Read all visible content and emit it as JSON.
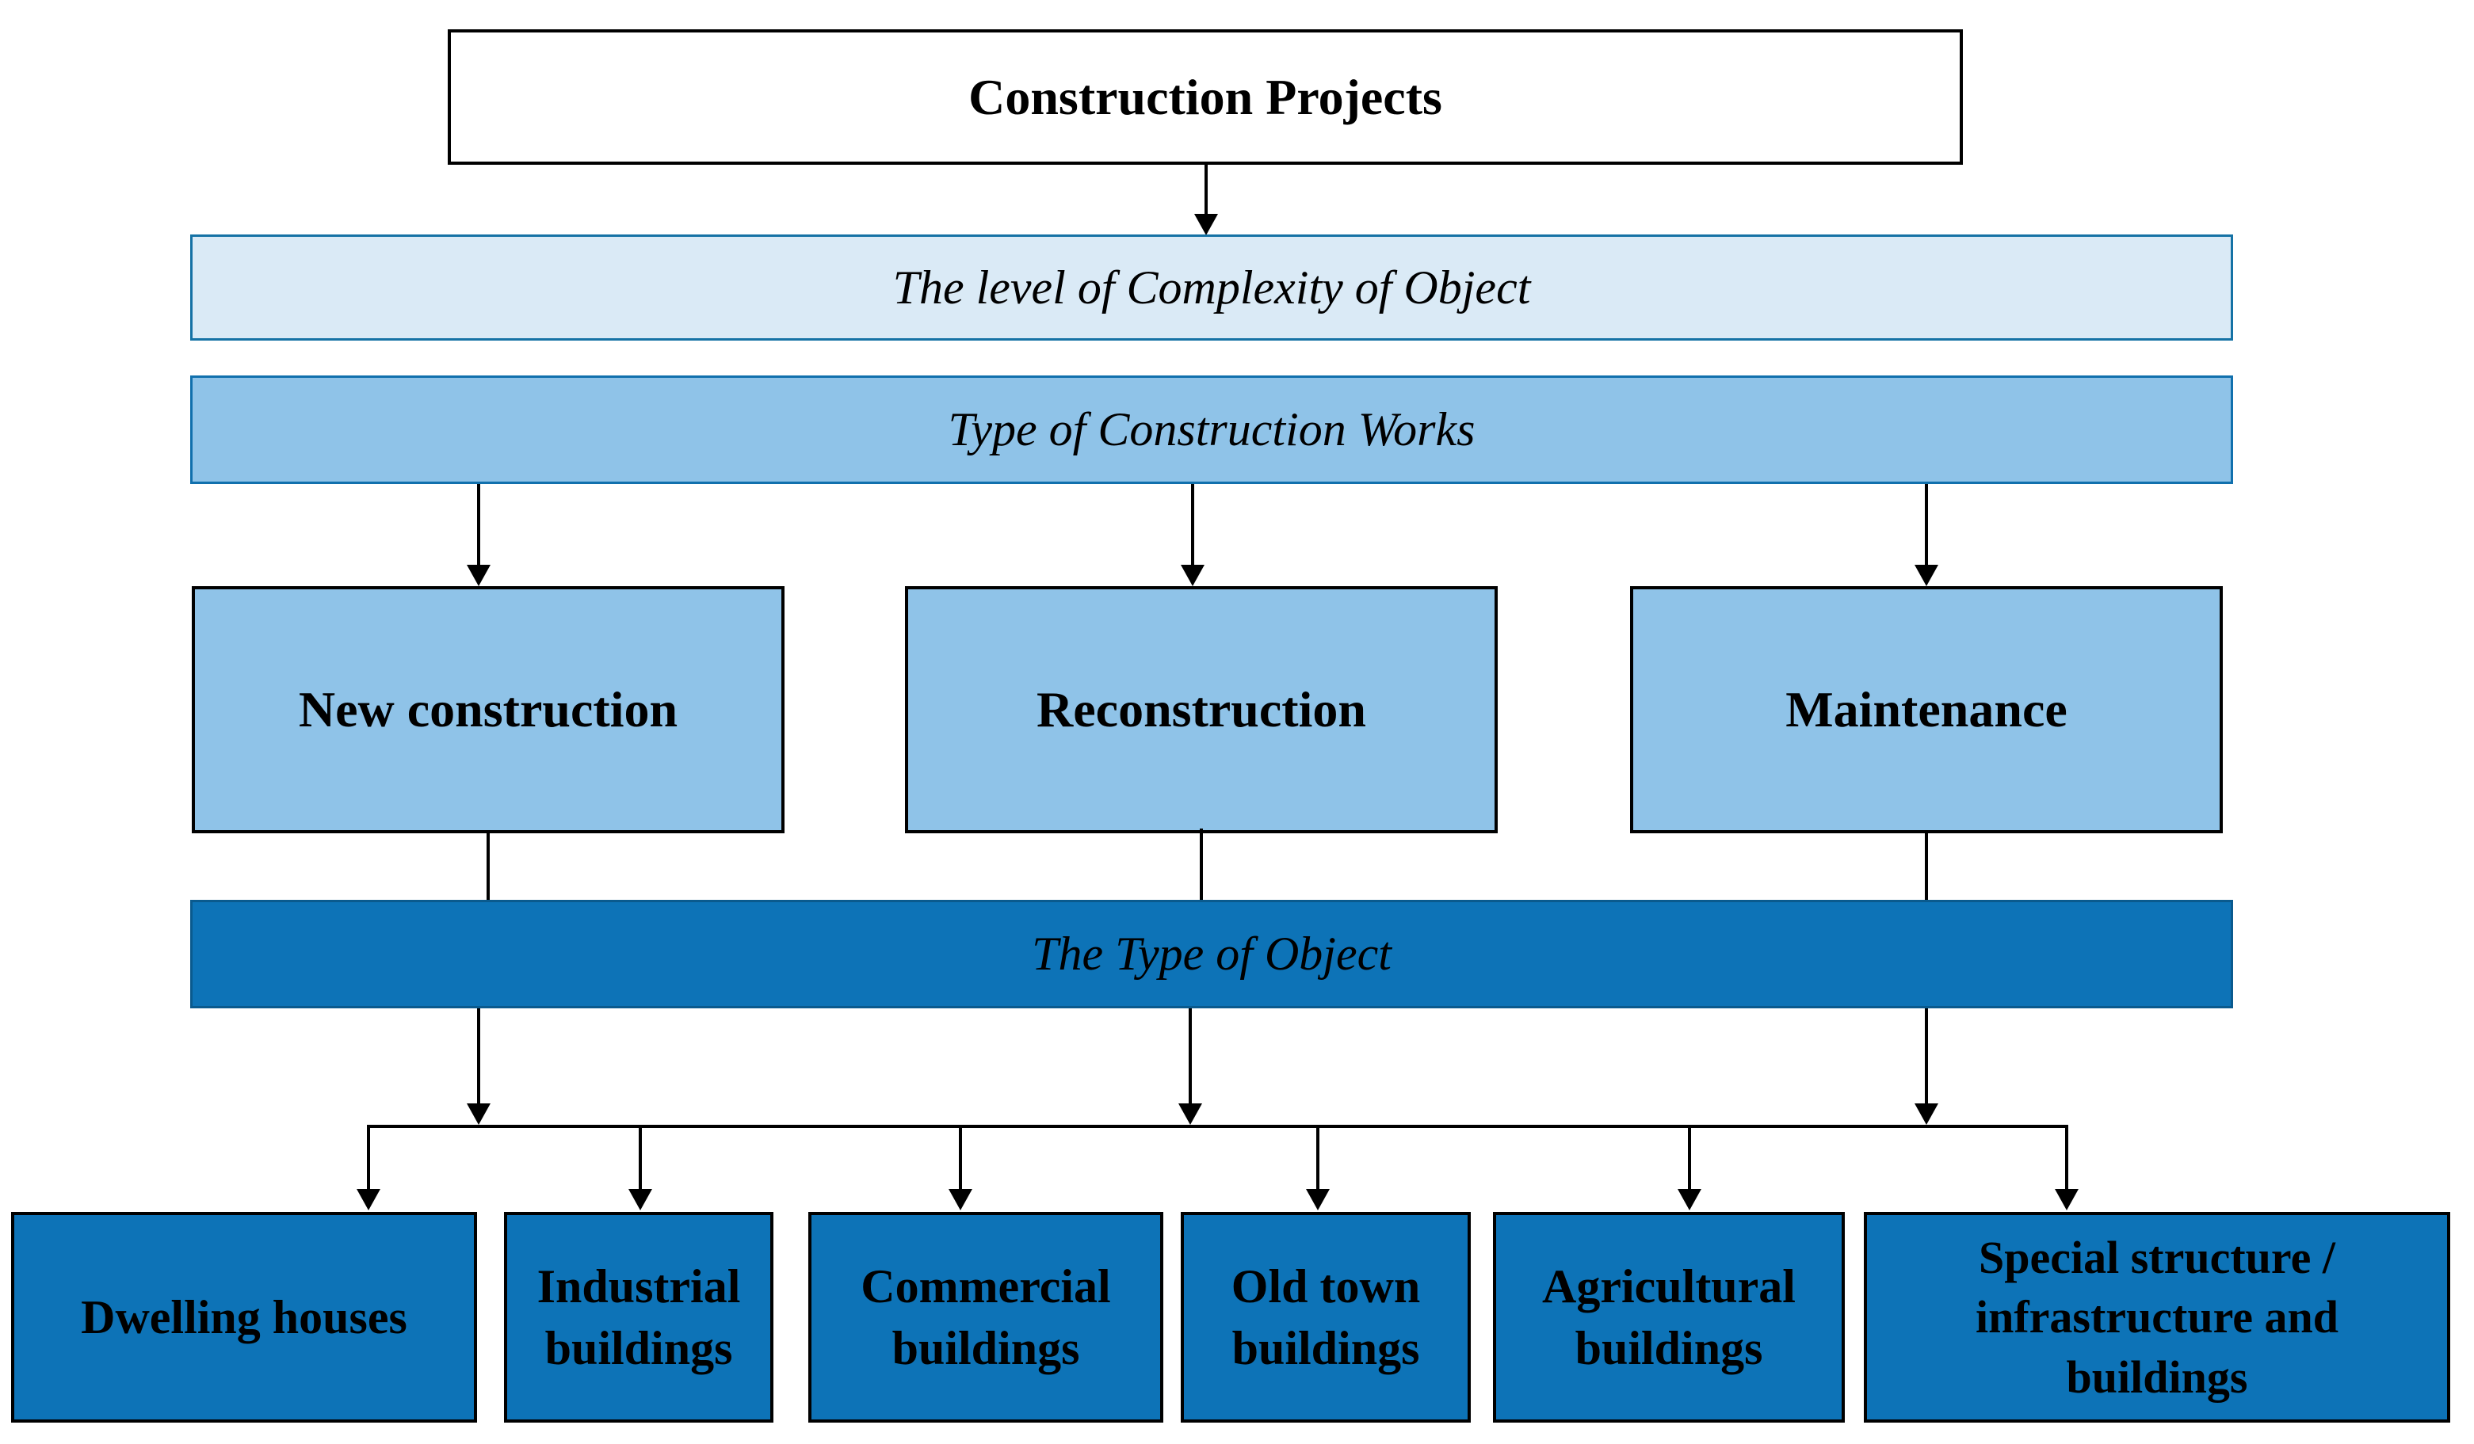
{
  "diagram": {
    "root": {
      "label": "Construction Projects"
    },
    "bands": [
      {
        "id": "complexity-level",
        "label": "The level of Complexity of Object"
      },
      {
        "id": "construction-works-type",
        "label": "Type of Construction Works"
      },
      {
        "id": "object-type",
        "label": "The Type of Object"
      }
    ],
    "work_types": [
      {
        "label": "New construction"
      },
      {
        "label": "Reconstruction"
      },
      {
        "label": "Maintenance"
      }
    ],
    "object_types": [
      {
        "label": "Dwelling houses"
      },
      {
        "label": "Industrial buildings"
      },
      {
        "label": "Commercial buildings"
      },
      {
        "label": "Old town buildings"
      },
      {
        "label": "Agricultural buildings"
      },
      {
        "label": "Special structure / infrastructure and buildings"
      }
    ],
    "colors": {
      "band_light": "#daeaf6",
      "band_medium": "#8fc3e8",
      "band_dark": "#0d73b7",
      "band_border_light": "#1572a5",
      "band_border_medium": "#1170ad",
      "band_border_dark": "#0a5a8e",
      "box_border": "#000000",
      "arrow": "#000000",
      "text": "#000000",
      "background": "#ffffff"
    }
  }
}
